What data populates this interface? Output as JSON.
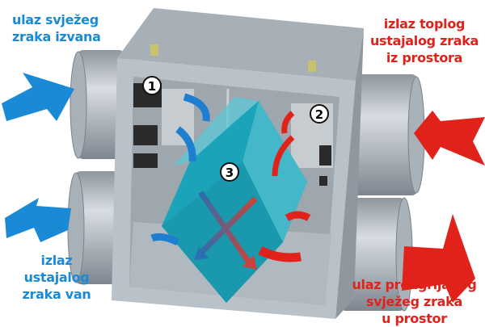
{
  "labels": {
    "fresh_air_in": [
      "ulaz svježeg",
      "zraka izvana"
    ],
    "warm_stale_out_of_room": [
      "izlaz toplog",
      "ustajalog zraka",
      "iz prostora"
    ],
    "stale_air_out": [
      "izlaz",
      "ustajalog",
      "zraka van"
    ],
    "preheated_fresh_in": [
      "ulaz predgrijanog",
      "svježeg zraka",
      "u prostor"
    ]
  },
  "markers": [
    "1",
    "2",
    "3"
  ],
  "colors": {
    "cold": "#1a8ad6",
    "warm": "#e0221b",
    "exchanger": "#1aa3b9",
    "housing": "#b9c1c9"
  }
}
